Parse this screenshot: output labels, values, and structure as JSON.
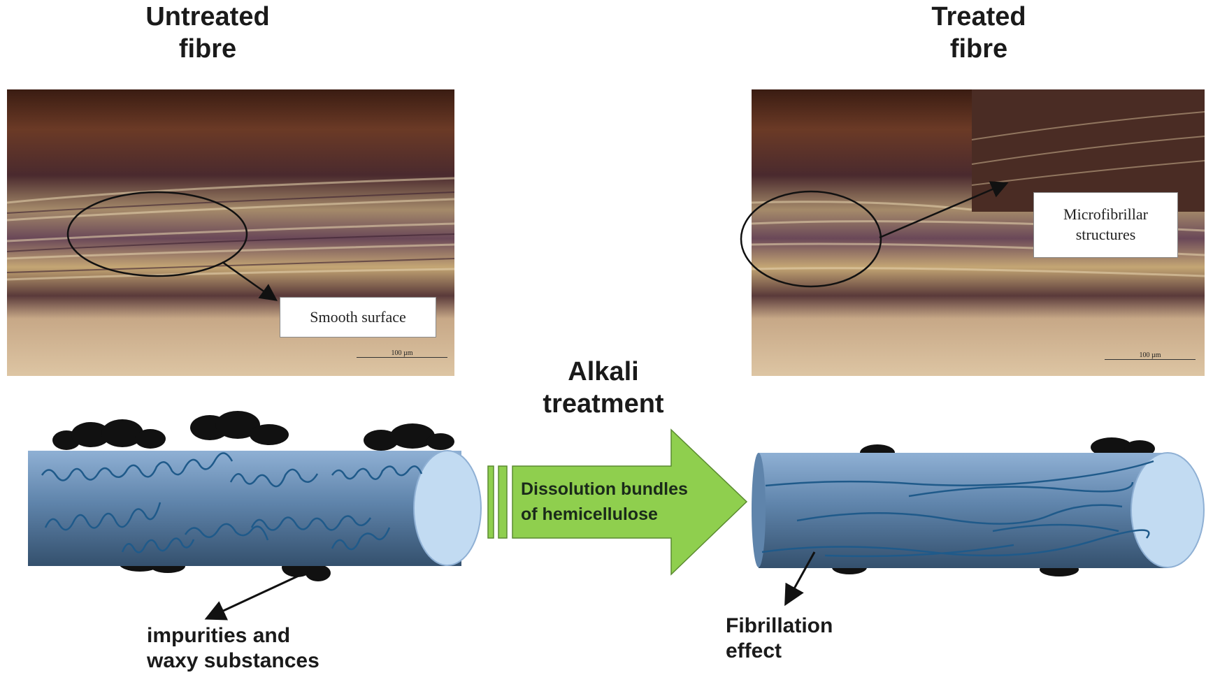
{
  "panels": {
    "untreated": {
      "title_line1": "Untreated",
      "title_line2": "fibre",
      "photo_label": "Smooth surface",
      "scale_label": "100 µm",
      "caption_line1": "impurities and",
      "caption_line2": "waxy substances"
    },
    "treated": {
      "title_line1": "Treated",
      "title_line2": "fibre",
      "photo_label_line1": "Microfibrillar",
      "photo_label_line2": "structures",
      "scale_label": "100 µm",
      "caption_line1": "Fibrillation",
      "caption_line2": "effect"
    }
  },
  "process": {
    "title_line1": "Alkali",
    "title_line2": "treatment",
    "arrow_line1": "Dissolution bundles",
    "arrow_line2": "of hemicellulose"
  },
  "colors": {
    "arrow_fill": "#8fcf4e",
    "fibre_blue": "#6f97c0",
    "fibre_end": "#bdd7f1",
    "fibril_line": "#1f5a8a",
    "impurity": "#111111"
  }
}
